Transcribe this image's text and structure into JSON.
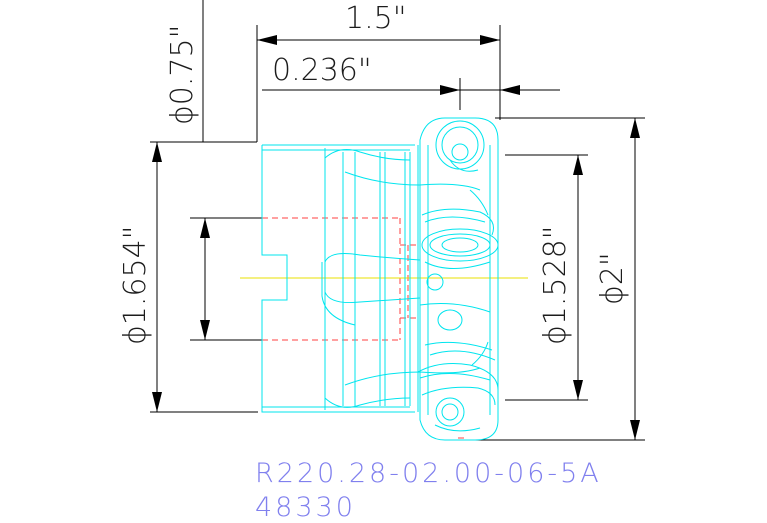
{
  "colors": {
    "dimension_lines": "#000000",
    "part_outline": "#00e5ee",
    "hidden_lines": "#ff4040",
    "centerline": "#e8e000",
    "caption": "#8080ee"
  },
  "dimensions": {
    "length_overall": "1.5\"",
    "shoulder_length": "0.236\"",
    "bore_diameter": "ϕ0.75\"",
    "body_diameter": "ϕ1.654\"",
    "inner_diameter": "ϕ1.528\"",
    "cutting_diameter": "ϕ2\""
  },
  "caption": {
    "part_number": "R220.28-02.00-06-5A",
    "order_code": "48330"
  }
}
